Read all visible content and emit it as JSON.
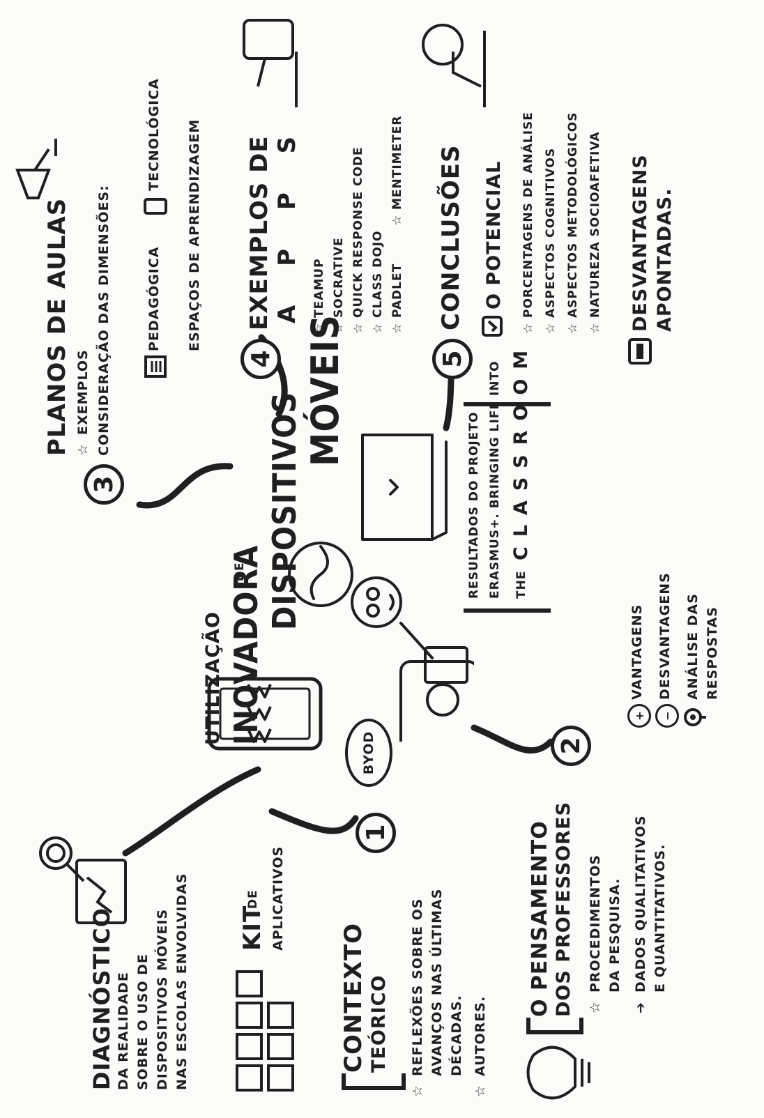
{
  "center": {
    "line1": "UTILIZAÇÃO",
    "line2": "INOVADORA",
    "line2_suffix": "DE",
    "line3": "DISPOSITIVOS",
    "line4": "MÓVEIS"
  },
  "banner": {
    "line1": "RESULTADOS DO PROJETO",
    "line2": "ERASMUS+. BRINGING LIFE INTO",
    "line3_prefix": "THE",
    "line3": "CLASSROOM"
  },
  "byod": "BYOD",
  "diagnostico": {
    "title": "DIAGNÓSTICO",
    "lines": [
      "DA REALIDADE",
      "SOBRE O USO DE",
      "DISPOSITIVOS MÓVEIS",
      "NAS ESCOLAS ENVOLVIDAS"
    ]
  },
  "kit": {
    "title": "KIT",
    "suffix": "DE",
    "line2": "APLICATIVOS"
  },
  "section1": {
    "number": "1",
    "title1": "CONTEXTO",
    "title2": "TEÓRICO",
    "item1_lines": [
      "REFLEXÕES SOBRE OS",
      "AVANÇOS NAS ÚLTIMAS",
      "DÉCADAS."
    ],
    "item2": "AUTORES."
  },
  "section2": {
    "number": "2",
    "title1": "O PENSAMENTO",
    "title2": "DOS PROFESSORES",
    "item1_lines": [
      "PROCEDIMENTOS",
      "DA PESQUISA."
    ],
    "item2_lines": [
      "DADOS QUALITATIVOS",
      "E QUANTITATIVOS."
    ],
    "vantagens": "VANTAGENS",
    "desvantagens": "DESVANTAGENS",
    "analise_lines": [
      "ANÁLISE DAS",
      "RESPOSTAS"
    ]
  },
  "section3": {
    "number": "3",
    "title": "PLANOS DE AULAS",
    "item1": "EXEMPLOS",
    "item2": "CONSIDERAÇÃO DAS DIMENSÕES:",
    "dim1": "PEDAGÓGICA",
    "dim2": "TECNOLÓGICA",
    "dim3": "ESPAÇOS DE APRENDIZAGEM"
  },
  "section4": {
    "number": "4",
    "title1": "EXEMPLOS DE",
    "title2": "A P P S",
    "apps": [
      "TEAMUP",
      "SOCRATIVE",
      "QUICK RESPONSE CODE",
      "CLASS DOJO",
      "PADLET",
      "MENTIMETER"
    ]
  },
  "section5": {
    "number": "5",
    "title": "CONCLUSÕES",
    "item1": "O POTENCIAL",
    "subitems": [
      "PORCENTAGENS DE ANÁLISE",
      "ASPECTOS COGNITIVOS",
      "ASPECTOS METODOLÓGICOS",
      "NATUREZA SOCIOAFETIVA"
    ],
    "item2_lines": [
      "DESVANTAGENS",
      "APONTADAS."
    ]
  },
  "glyphs": {
    "star": "☆",
    "arrow": "➔",
    "plus": "+",
    "minus": "−"
  },
  "icons": [
    "magnifier-icon",
    "clipboard-chart-icon",
    "app-tiles-icon",
    "lightbulb-icon",
    "megaphone-hand-icon",
    "phone-hand-icon",
    "thinking-person-icon",
    "laptop-icon",
    "tablet-www-icon",
    "globe-icon",
    "student-character-icon",
    "reader-character-icon",
    "document-icon",
    "smartphone-icon",
    "location-pin-icon",
    "check-icon",
    "minus-box-icon"
  ]
}
